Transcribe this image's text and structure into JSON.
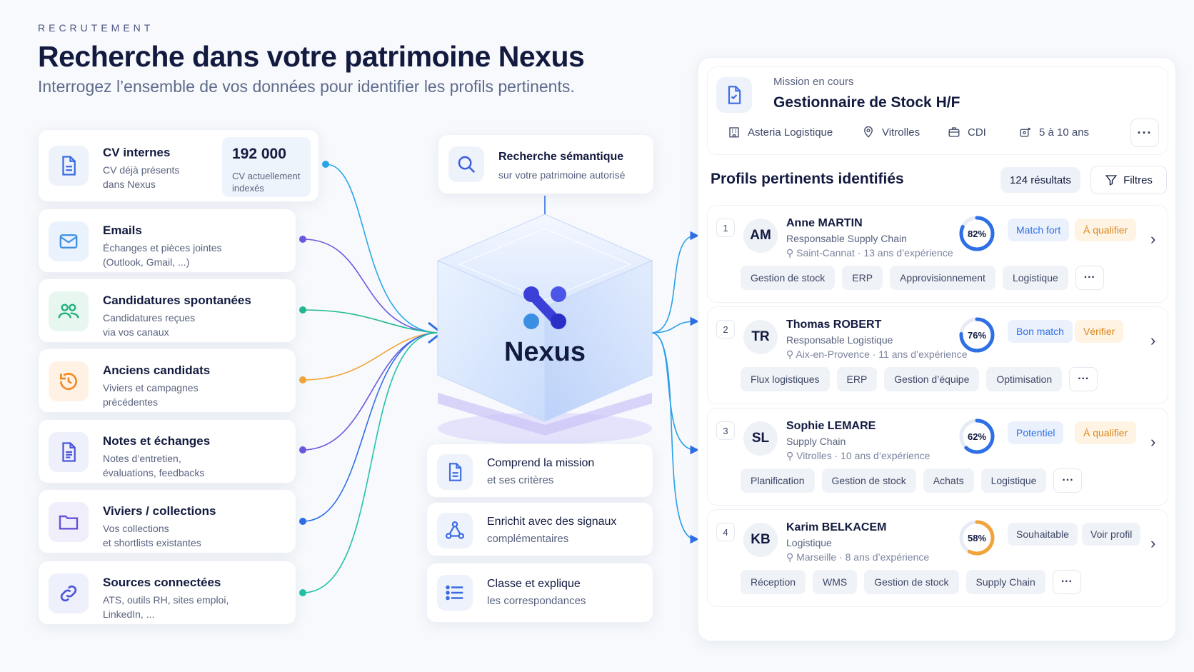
{
  "header": {
    "eyebrow": "RECRUTEMENT",
    "title": "Recherche dans votre patrimoine Nexus",
    "subtitle": "Interrogez l’ensemble de vos données pour identifier les profils pertinents."
  },
  "sources": [
    {
      "title": "CV internes",
      "desc": "CV déjà présents\ndans Nexus",
      "icon": "document-icon",
      "color": "#3b6be3",
      "stat_value": "192 000",
      "stat_label": "CV actuellement indexés"
    },
    {
      "title": "Emails",
      "desc": "Échanges et pièces jointes\n(Outlook, Gmail, ...)",
      "icon": "mail-icon",
      "color": "#3b8fe3"
    },
    {
      "title": "Candidatures spontanées",
      "desc": "Candidatures reçues\nvia vos canaux",
      "icon": "users-icon",
      "color": "#22b07d"
    },
    {
      "title": "Anciens candidats",
      "desc": "Viviers et campagnes\nprécédentes",
      "icon": "history-icon",
      "color": "#f08a24"
    },
    {
      "title": "Notes et échanges",
      "desc": "Notes d’entretien,\névaluations, feedbacks",
      "icon": "notes-icon",
      "color": "#4b55d8"
    },
    {
      "title": "Viviers / collections",
      "desc": "Vos collections\net shortlists existantes",
      "icon": "folder-icon",
      "color": "#6a4fd8"
    },
    {
      "title": "Sources connectées",
      "desc": "ATS, outils RH, sites emploi,\nLinkedIn, ...",
      "icon": "link-icon",
      "color": "#4b55d8"
    }
  ],
  "search": {
    "title": "Recherche sémantique",
    "subtitle": "sur votre patrimoine autorisé"
  },
  "core": {
    "label": "Nexus"
  },
  "steps": [
    {
      "title": "Comprend la mission",
      "subtitle": "et ses critères",
      "icon": "document-icon"
    },
    {
      "title": "Enrichit avec des signaux",
      "subtitle": "complémentaires",
      "icon": "network-icon"
    },
    {
      "title": "Classe et explique",
      "subtitle": "les correspondances",
      "icon": "list-icon"
    }
  ],
  "mission": {
    "label": "Mission en cours",
    "title": "Gestionnaire de Stock H/F",
    "company": "Asteria Logistique",
    "city": "Vitrolles",
    "contract": "CDI",
    "experience": "5 à 10 ans"
  },
  "results": {
    "title": "Profils pertinents identifiés",
    "count": "124 résultats",
    "filters_label": "Filtres"
  },
  "profiles": [
    {
      "rank": "1",
      "initials": "AM",
      "name": "Anne MARTIN",
      "role": "Responsable Supply Chain",
      "location": "Saint-Cannat · 13 ans d’expérience",
      "score": 82,
      "score_label": "82%",
      "badge1": "Match fort",
      "badge2": "À qualifier",
      "tags": [
        "Gestion de stock",
        "ERP",
        "Approvisionnement",
        "Logistique"
      ]
    },
    {
      "rank": "2",
      "initials": "TR",
      "name": "Thomas ROBERT",
      "role": "Responsable Logistique",
      "location": "Aix-en-Provence · 11 ans d’expérience",
      "score": 76,
      "score_label": "76%",
      "badge1": "Bon match",
      "badge2": "Vérifier",
      "tags": [
        "Flux logistiques",
        "ERP",
        "Gestion d’équipe",
        "Optimisation"
      ]
    },
    {
      "rank": "3",
      "initials": "SL",
      "name": "Sophie LEMARE",
      "role": "Supply Chain",
      "location": "Vitrolles · 10 ans d’expérience",
      "score": 62,
      "score_label": "62%",
      "badge1": "Potentiel",
      "badge2": "À qualifier",
      "tags": [
        "Planification",
        "Gestion de stock",
        "Achats",
        "Logistique"
      ]
    },
    {
      "rank": "4",
      "initials": "KB",
      "name": "Karim BELKACEM",
      "role": "Logistique",
      "location": "Marseille · 8 ans d’expérience",
      "score": 58,
      "score_label": "58%",
      "badge1": "Souhaitable",
      "badge2": "Voir profil",
      "tags": [
        "Réception",
        "WMS",
        "Gestion de stock",
        "Supply Chain"
      ]
    }
  ],
  "colors": {
    "accent": "#2f6fe6",
    "amber": "#f2a43a",
    "amber_bg": "#fff4e4",
    "blue_bg": "#eaf1fd"
  }
}
